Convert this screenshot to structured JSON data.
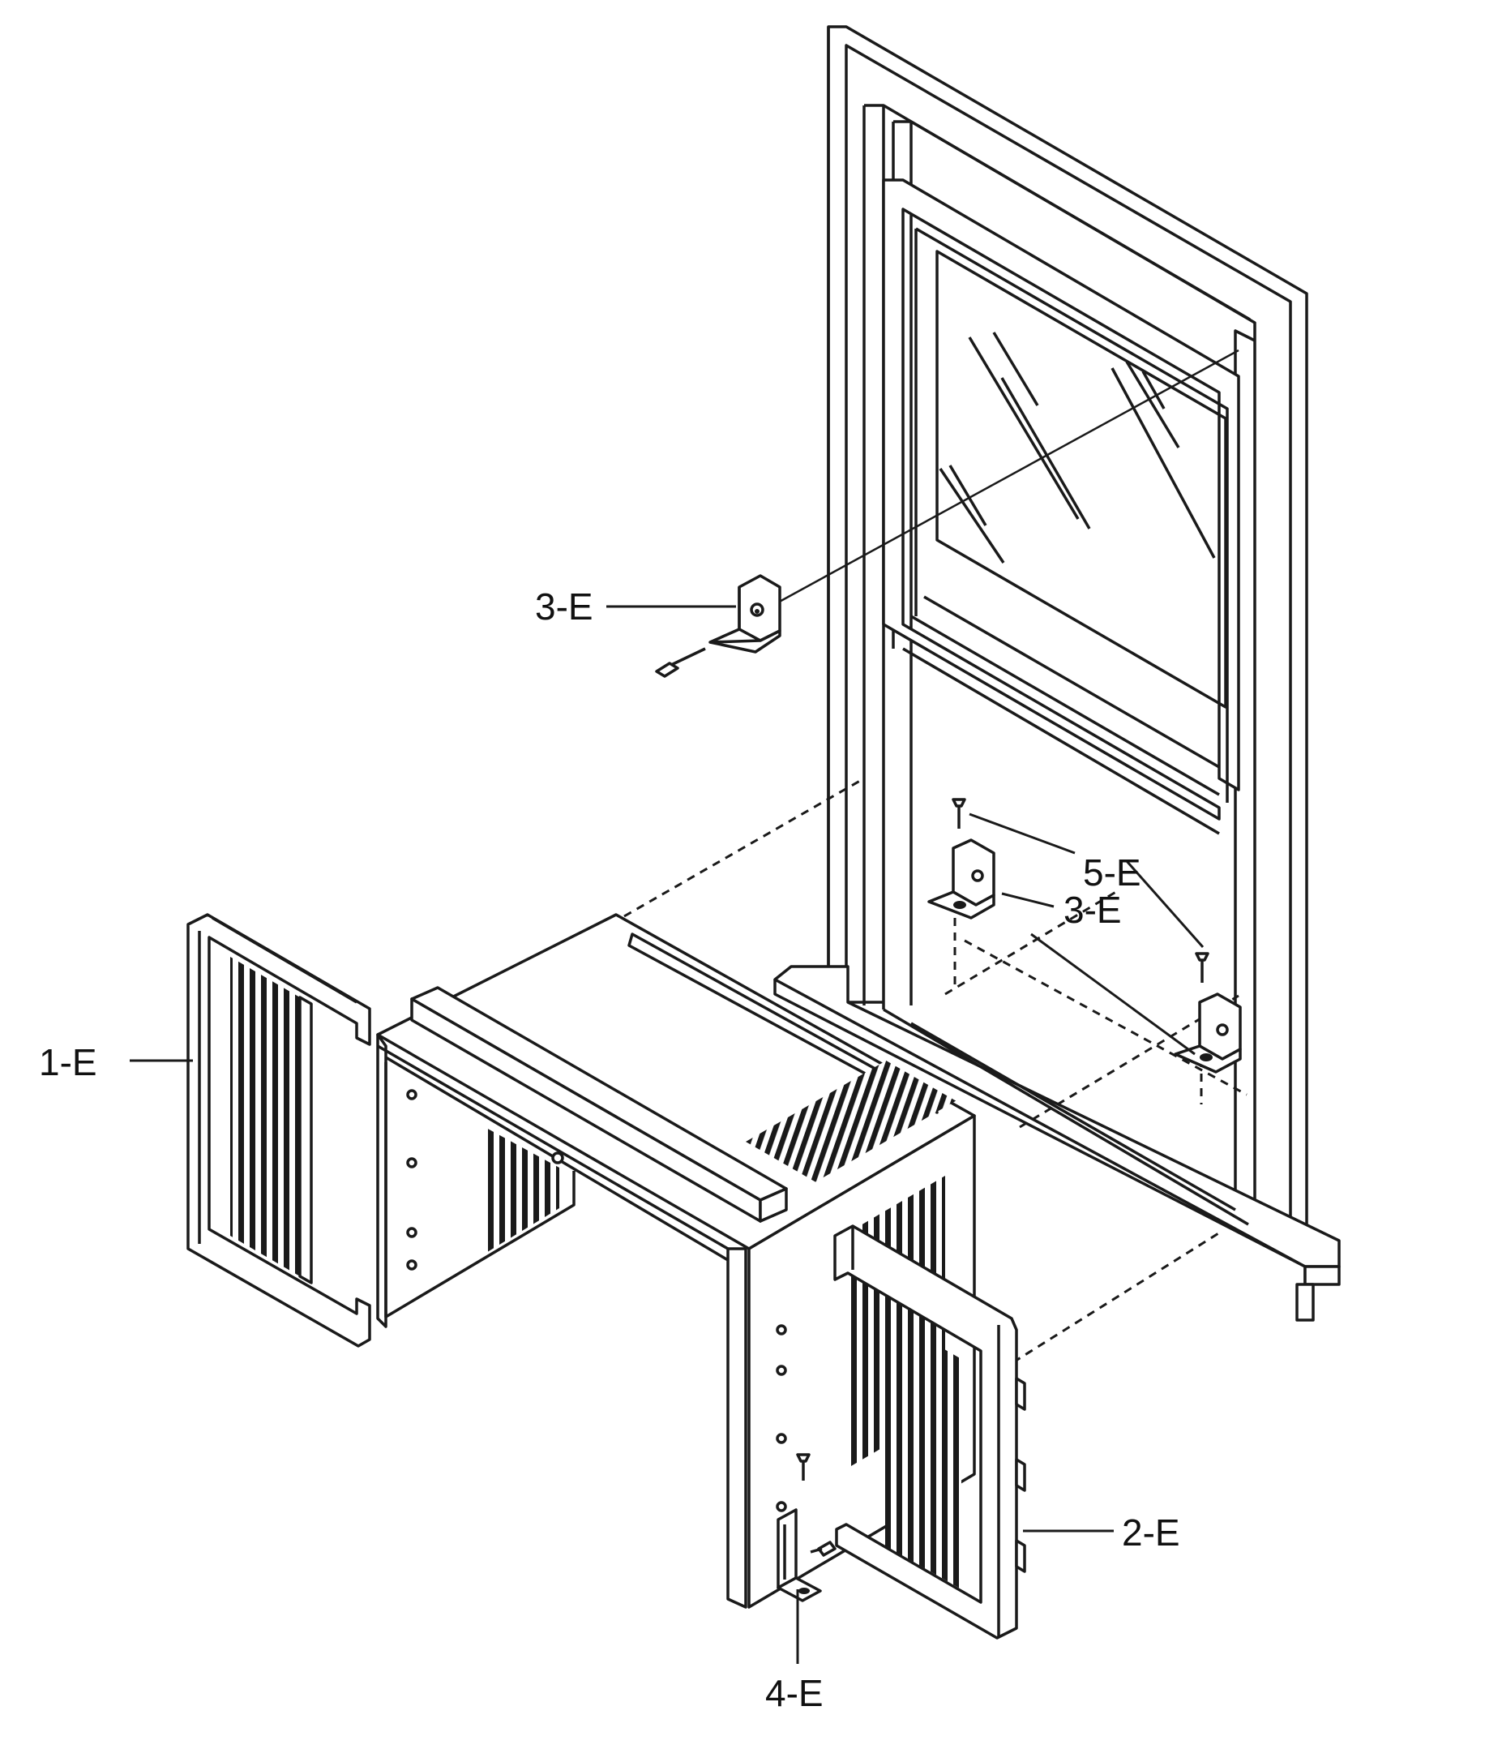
{
  "callouts": {
    "side_panel_left": "1-E",
    "side_panel_right": "2-E",
    "bracket_upper": "3-E",
    "bracket_sill": "3-E",
    "bracket_cabinet": "4-E",
    "screw": "5-E"
  }
}
